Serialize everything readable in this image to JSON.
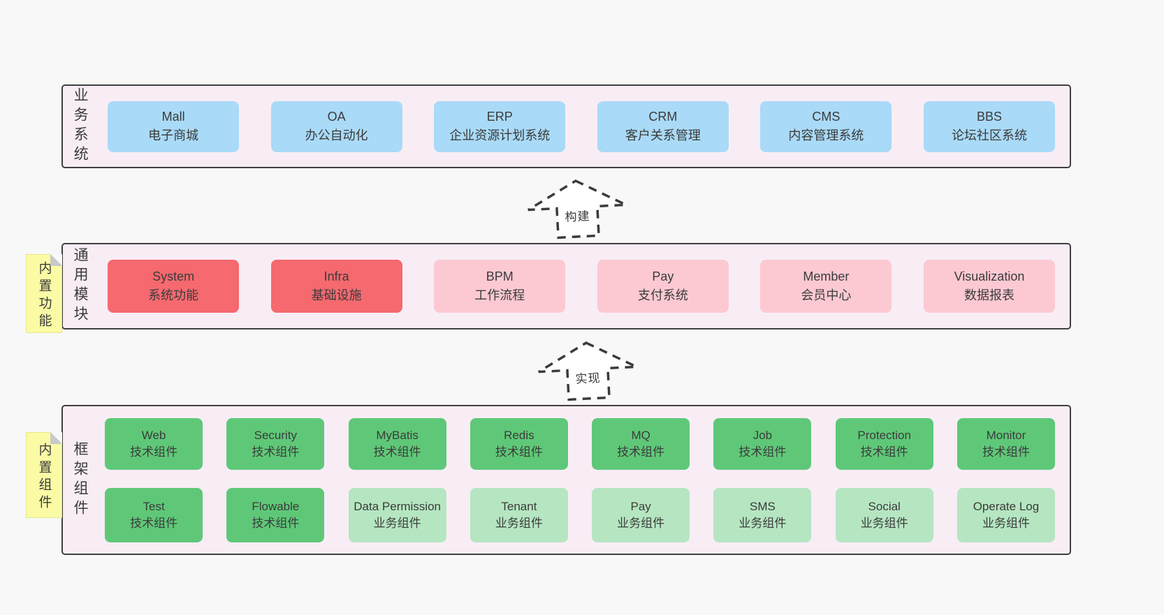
{
  "colors": {
    "page_background": "#f8f8f8",
    "container_background": "#f8edf5",
    "container_border": "#3f3f3f",
    "blue_box": "#a9daf7",
    "red_box": "#f5696f",
    "pink_box": "#fcc9d3",
    "green_box": "#5fc878",
    "light_green_box": "#b5e6c1",
    "note_yellow": "#fbfba5",
    "text": "#3b3b3b"
  },
  "layers": {
    "business": {
      "label": "业务系统",
      "boxes": [
        {
          "title": "Mall",
          "subtitle": "电子商城"
        },
        {
          "title": "OA",
          "subtitle": "办公自动化"
        },
        {
          "title": "ERP",
          "subtitle": "企业资源计划系统"
        },
        {
          "title": "CRM",
          "subtitle": "客户关系管理"
        },
        {
          "title": "CMS",
          "subtitle": "内容管理系统"
        },
        {
          "title": "BBS",
          "subtitle": "论坛社区系统"
        }
      ]
    },
    "modules": {
      "label": "通用模块",
      "note": "内置功能",
      "boxes": [
        {
          "title": "System",
          "subtitle": "系统功能"
        },
        {
          "title": "Infra",
          "subtitle": "基础设施"
        },
        {
          "title": "BPM",
          "subtitle": "工作流程"
        },
        {
          "title": "Pay",
          "subtitle": "支付系统"
        },
        {
          "title": "Member",
          "subtitle": "会员中心"
        },
        {
          "title": "Visualization",
          "subtitle": "数据报表"
        }
      ]
    },
    "components": {
      "label": "框架组件",
      "note": "内置组件",
      "row1": [
        {
          "title": "Web",
          "subtitle": "技术组件"
        },
        {
          "title": "Security",
          "subtitle": "技术组件"
        },
        {
          "title": "MyBatis",
          "subtitle": "技术组件"
        },
        {
          "title": "Redis",
          "subtitle": "技术组件"
        },
        {
          "title": "MQ",
          "subtitle": "技术组件"
        },
        {
          "title": "Job",
          "subtitle": "技术组件"
        },
        {
          "title": "Protection",
          "subtitle": "技术组件"
        },
        {
          "title": "Monitor",
          "subtitle": "技术组件"
        }
      ],
      "row2": [
        {
          "title": "Test",
          "subtitle": "技术组件"
        },
        {
          "title": "Flowable",
          "subtitle": "技术组件"
        },
        {
          "title": "Data Permission",
          "subtitle": "业务组件"
        },
        {
          "title": "Tenant",
          "subtitle": "业务组件"
        },
        {
          "title": "Pay",
          "subtitle": "业务组件"
        },
        {
          "title": "SMS",
          "subtitle": "业务组件"
        },
        {
          "title": "Social",
          "subtitle": "业务组件"
        },
        {
          "title": "Operate Log",
          "subtitle": "业务组件"
        }
      ]
    }
  },
  "arrows": {
    "build": {
      "label": "构建"
    },
    "implement": {
      "label": "实现"
    }
  }
}
